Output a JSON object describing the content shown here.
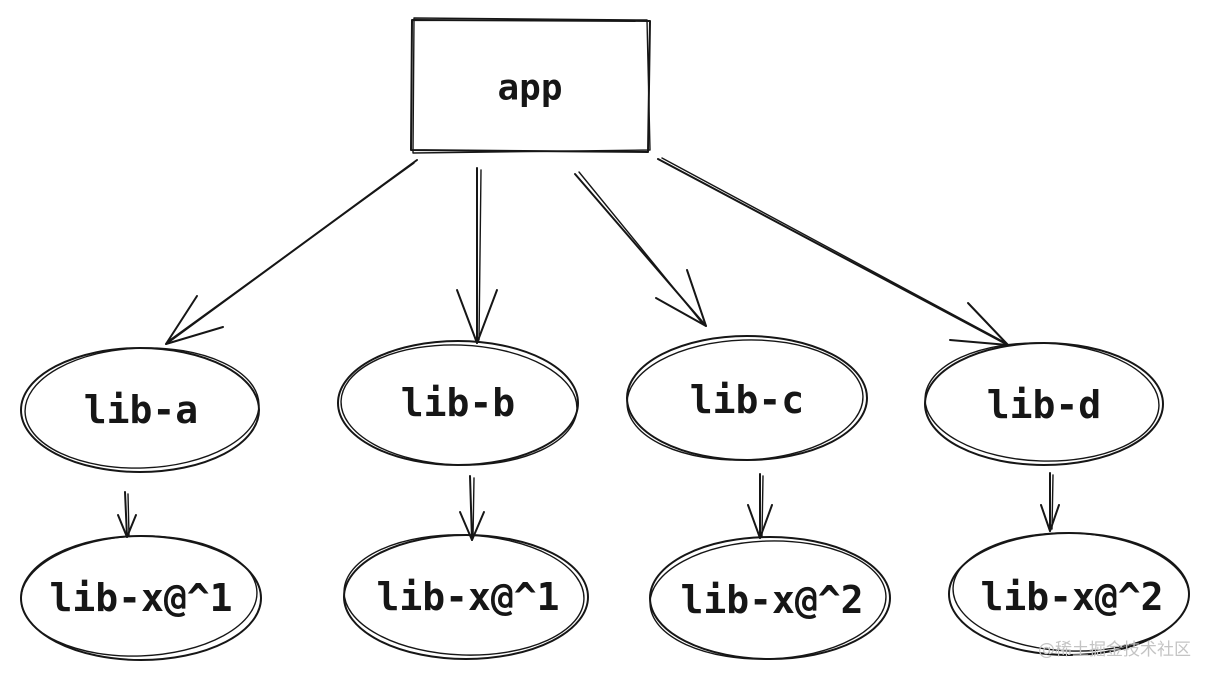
{
  "nodes": {
    "app": "app",
    "lib_a": "lib-a",
    "lib_b": "lib-b",
    "lib_c": "lib-c",
    "lib_d": "lib-d",
    "lib_x_a": "lib-x@^1",
    "lib_x_b": "lib-x@^1",
    "lib_x_c": "lib-x@^2",
    "lib_x_d": "lib-x@^2"
  },
  "edges": [
    {
      "from": "app",
      "to": "lib-a"
    },
    {
      "from": "app",
      "to": "lib-b"
    },
    {
      "from": "app",
      "to": "lib-c"
    },
    {
      "from": "app",
      "to": "lib-d"
    },
    {
      "from": "lib-a",
      "to": "lib-x@^1"
    },
    {
      "from": "lib-b",
      "to": "lib-x@^1"
    },
    {
      "from": "lib-c",
      "to": "lib-x@^2"
    },
    {
      "from": "lib-d",
      "to": "lib-x@^2"
    }
  ],
  "watermark": "@稀土掘金技术社区"
}
